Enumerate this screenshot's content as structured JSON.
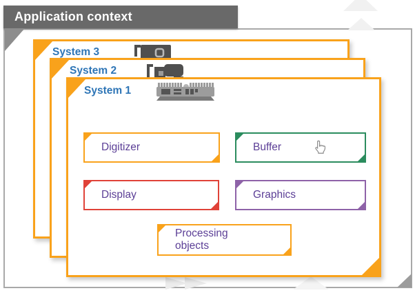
{
  "slide": {
    "title": "Application context"
  },
  "systems": [
    {
      "label": "System 3",
      "icon": "camera-device-icon"
    },
    {
      "label": "System 2",
      "icon": "embedded-controller-icon"
    },
    {
      "label": "System 1",
      "icon": "frame-grabber-board-icon"
    }
  ],
  "modules": [
    {
      "label": "Digitizer",
      "color": "#f9a21b"
    },
    {
      "label": "Buffer",
      "color": "#2b8c5e"
    },
    {
      "label": "Display",
      "color": "#e04238"
    },
    {
      "label": "Graphics",
      "color": "#8e62a8"
    },
    {
      "label": "Processing objects",
      "color": "#f9a21b"
    }
  ],
  "cursor": {
    "type": "hand-pointer"
  },
  "colors": {
    "accent_orange": "#f9a21b",
    "system_label_blue": "#2e75b6",
    "module_text_purple": "#5b3e96",
    "banner_gray": "#696969"
  }
}
